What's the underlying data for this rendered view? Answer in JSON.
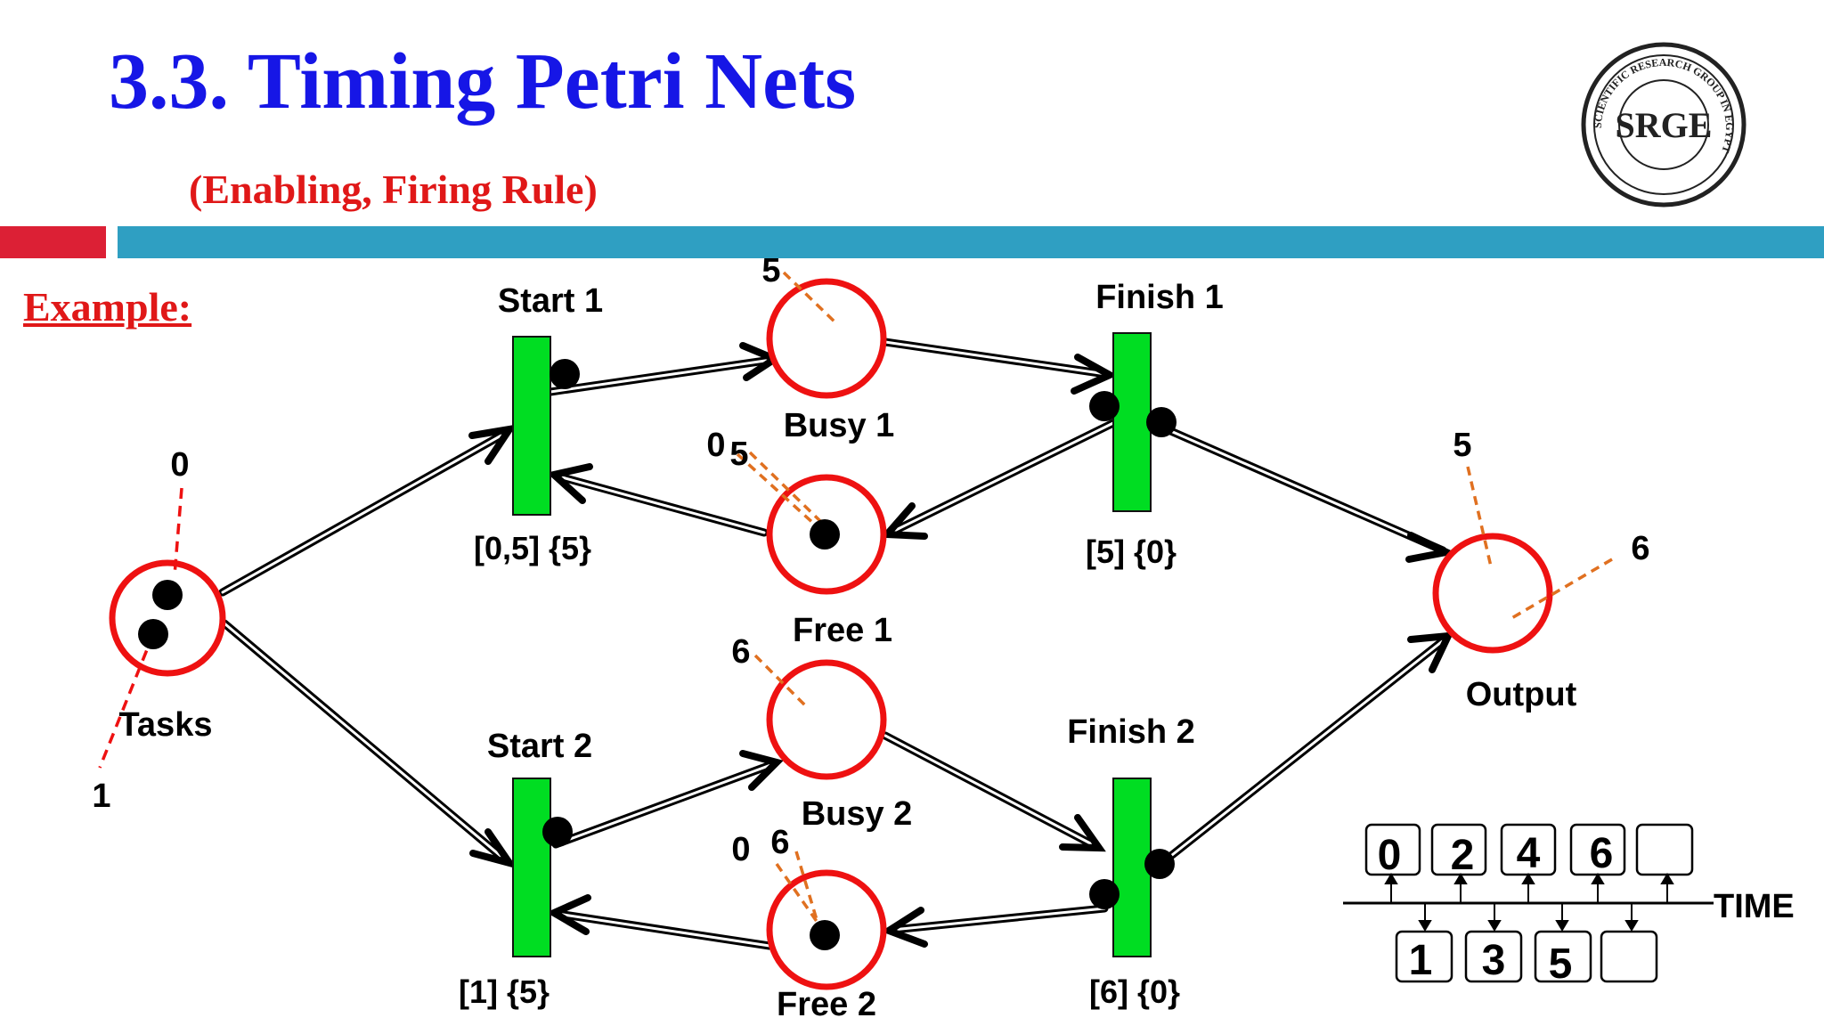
{
  "title": "3.3. Timing Petri Nets",
  "subtitle": "(Enabling, Firing Rule)",
  "example_label": "Example:",
  "logo": {
    "text": "SRGE",
    "ring_text": "SCIENTIFIC RESEARCH GROUP IN EGYPT"
  },
  "colors": {
    "title": "#1616e6",
    "accent_red": "#e01818",
    "transition_green": "#00dd22",
    "place_red": "#ee1111",
    "bar_blue": "#2f9fc2",
    "bar_red": "#dc2035",
    "marker_orange": "#e07020"
  },
  "places": {
    "tasks": {
      "label": "Tasks",
      "tokens": 2
    },
    "busy1": {
      "label": "Busy 1",
      "tokens": 0
    },
    "free1": {
      "label": "Free 1",
      "tokens": 1
    },
    "busy2": {
      "label": "Busy 2",
      "tokens": 0
    },
    "free2": {
      "label": "Free 2",
      "tokens": 1
    },
    "output": {
      "label": "Output",
      "tokens": 0
    }
  },
  "transitions": {
    "start1": {
      "label": "Start 1",
      "timing": "[0,5] {5}"
    },
    "start2": {
      "label": "Start 2",
      "timing": "[1] {5}"
    },
    "finish1": {
      "label": "Finish 1",
      "timing": "[5] {0}"
    },
    "finish2": {
      "label": "Finish 2",
      "timing": "[6] {0}"
    }
  },
  "time_marks": {
    "tasks_top": "0",
    "tasks_bottom": "1",
    "busy1": "5",
    "free1_a": "0",
    "free1_b": "5",
    "busy2": "6",
    "free2_a": "0",
    "free2_b": "6",
    "output_a": "5",
    "output_b": "6"
  },
  "timeline": {
    "label": "TIME",
    "top_boxes": [
      "0",
      "2",
      "4",
      "6",
      ""
    ],
    "bottom_boxes": [
      "1",
      "3",
      "5",
      ""
    ]
  }
}
